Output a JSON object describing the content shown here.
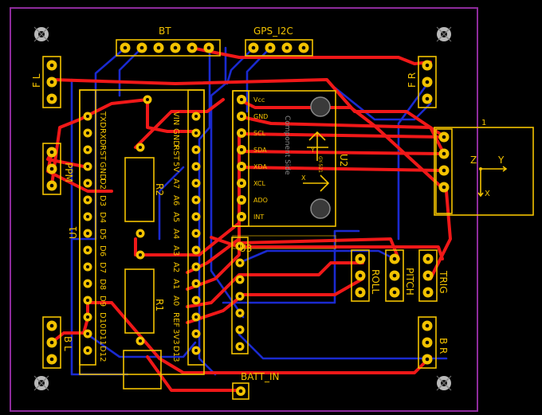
{
  "board": {
    "outline_color": "#8e2b9c",
    "silkscreen_color": "#f2c200",
    "top_copper_color": "#f01818",
    "bottom_copper_color": "#1a2ad0"
  },
  "connectors": {
    "bt": "BT",
    "gps_i2c": "GPS_I2C",
    "fl": "F L",
    "fr": "F R",
    "ppm": "PPM",
    "bl": "B L",
    "br": "B R",
    "roll": "ROLL",
    "pitch": "PITCH",
    "trig": "TRIG",
    "batt_in": "BATT_IN",
    "header1": "1"
  },
  "u1": {
    "designator": "U1",
    "left_pins": [
      "TXD",
      "RXD",
      "RST",
      "GND",
      "D2",
      "D3",
      "D4",
      "D5",
      "D6",
      "D7",
      "D8",
      "D9",
      "D10",
      "D11",
      "D12"
    ],
    "right_pins": [
      "VIN",
      "GND",
      "RST",
      "5V",
      "A7",
      "A6",
      "A5",
      "A4",
      "A3",
      "A2",
      "A1",
      "A0",
      "REF",
      "3V3",
      "D13"
    ]
  },
  "resistors": {
    "r1": "R1",
    "r2": "R2"
  },
  "u2": {
    "designator": "U2",
    "pins": [
      "Vcc",
      "GND",
      "SCL",
      "SDA",
      "XDA",
      "XCL",
      "ADO",
      "INT"
    ],
    "module": "GY-521",
    "side_note": "Component Side",
    "axis_x": "X",
    "axis_y": "Y"
  },
  "u3": {
    "designator": "U3"
  },
  "sensor_axes": {
    "z": "Z",
    "y": "Y",
    "x": "X"
  }
}
